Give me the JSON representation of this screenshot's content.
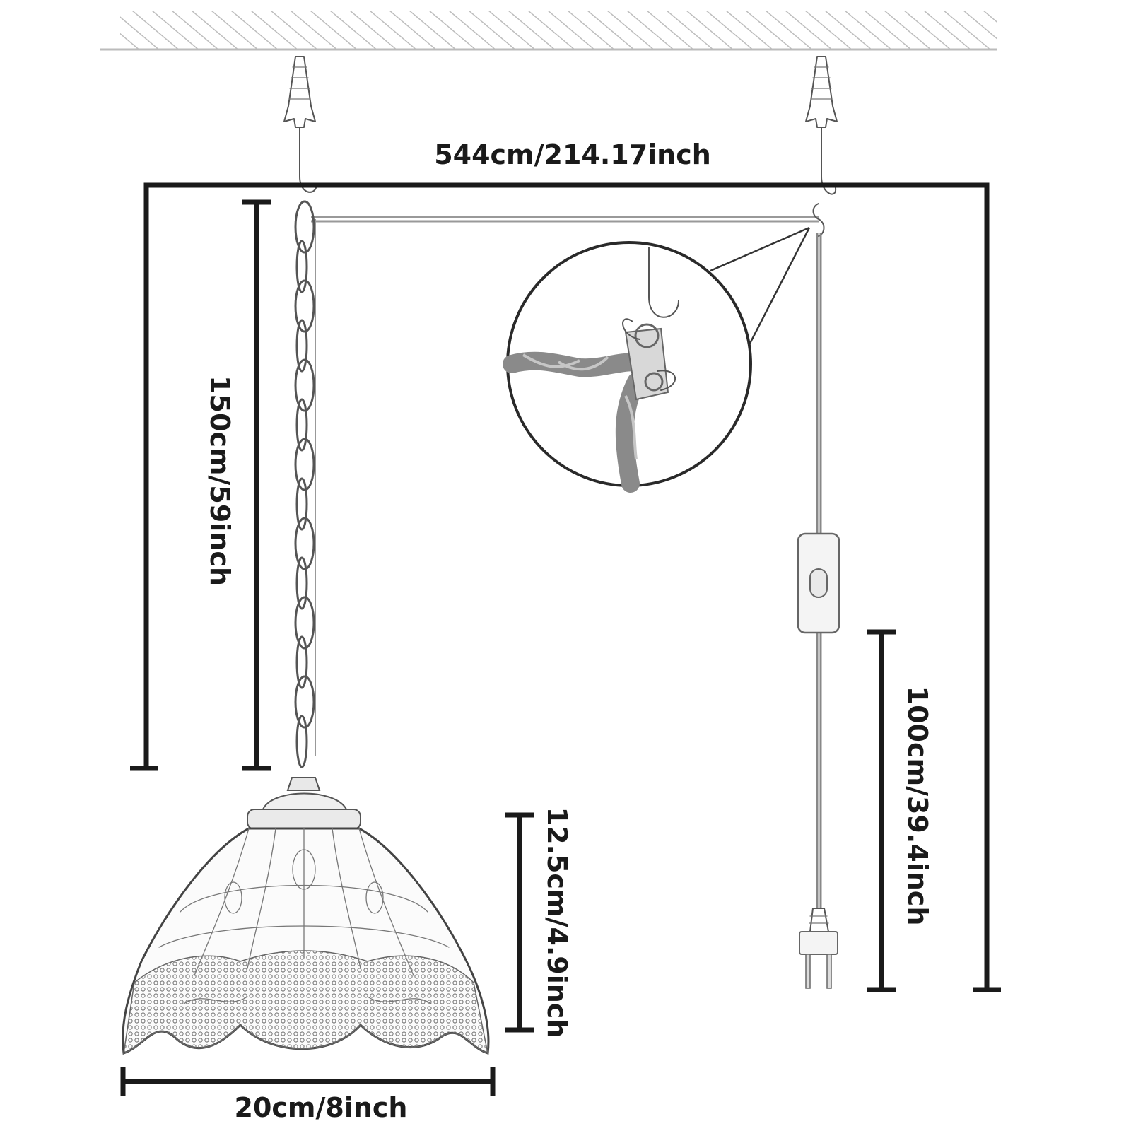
{
  "dimensions": {
    "total_width": "544cm/214.17inch",
    "chain_length": "150cm/59inch",
    "shade_height": "12.5cm/4.9inch",
    "shade_width": "20cm/8inch",
    "plug_cord": "100cm/39.4inch"
  },
  "colors": {
    "dimension_line": "#1a1a1a",
    "sketch_stroke": "#555555",
    "background": "#ffffff"
  },
  "icons": [
    "ceiling-hatch",
    "wall-anchor-icon",
    "s-hook-icon",
    "chain-icon",
    "inline-switch-icon",
    "plug-icon",
    "detail-magnifier-icon",
    "lamp-shade-icon"
  ]
}
